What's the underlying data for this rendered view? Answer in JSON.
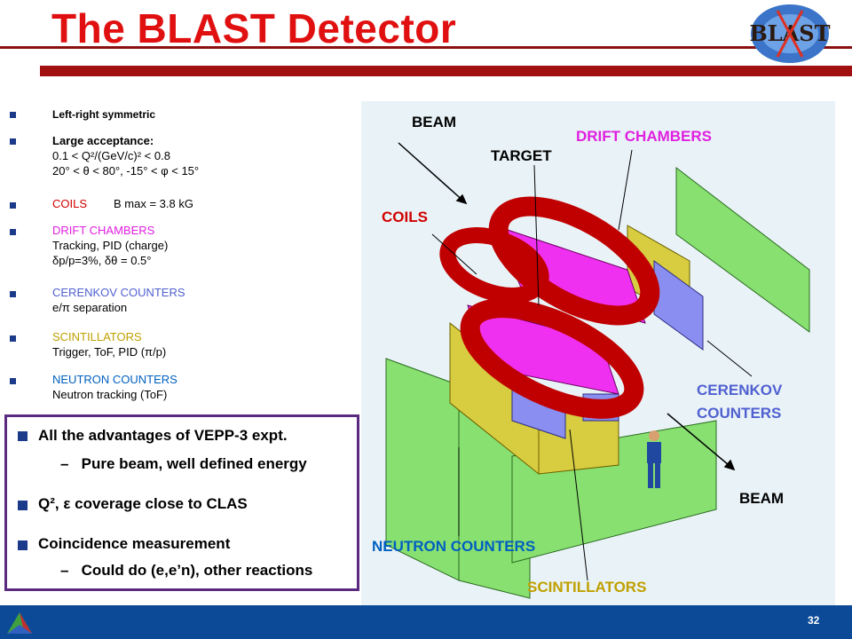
{
  "title": "The BLAST Detector",
  "logo_text": "BLAST",
  "bullets": [
    {
      "id": "b1",
      "lines": [
        "Left-right symmetric"
      ]
    },
    {
      "id": "b2",
      "lines": [
        "Large acceptance:",
        "0.1 < Q²/(GeV/c)² < 0.8",
        "20° < θ < 80°, -15° < φ < 15°"
      ]
    },
    {
      "id": "b3",
      "label": "COILS",
      "rest": "B max = 3.8 kG"
    },
    {
      "id": "b4",
      "label": "DRIFT CHAMBERS",
      "lines": [
        "Tracking, PID (charge)",
        "δp/p=3%, δθ = 0.5°"
      ]
    },
    {
      "id": "b5",
      "label": "CERENKOV COUNTERS",
      "lines": [
        "e/π separation"
      ]
    },
    {
      "id": "b6",
      "label": "SCINTILLATORS",
      "lines": [
        "Trigger, ToF, PID (π/p)"
      ]
    },
    {
      "id": "b7",
      "label": "NEUTRON COUNTERS",
      "lines": [
        "Neutron tracking (ToF)"
      ]
    }
  ],
  "box": {
    "items": [
      {
        "text": "All the advantages of VEPP-3 expt.",
        "sub": "Pure beam, well defined energy"
      },
      {
        "text": "Q², ε coverage close to CLAS"
      },
      {
        "text": "Coincidence measurement",
        "sub": "Could do (e,e’n), other reactions"
      }
    ]
  },
  "labels": {
    "beam_top": "BEAM",
    "target": "TARGET",
    "drift": "DRIFT CHAMBERS",
    "coils": "COILS",
    "cerenkov1": "CERENKOV",
    "cerenkov2": "COUNTERS",
    "beam_bottom": "BEAM",
    "neutron": "NEUTRON COUNTERS",
    "scint": "SCINTILLATORS"
  },
  "page_number": "32",
  "colors": {
    "title": "#e01010",
    "coils": "#d10000",
    "drift": "#e020e0",
    "cerenkov": "#5060d0",
    "scint": "#c0a000",
    "neutron": "#0060c0",
    "footer": "#0c4a98"
  }
}
